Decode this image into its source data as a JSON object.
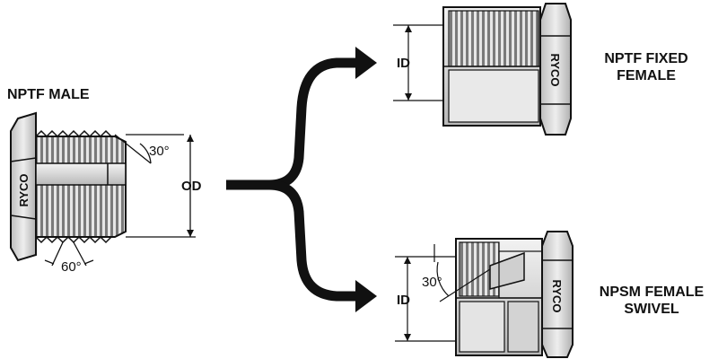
{
  "labels": {
    "nptf_male": "NPTF MALE",
    "nptf_fixed_female_line1": "NPTF FIXED",
    "nptf_fixed_female_line2": "FEMALE",
    "npsm_female_swivel_line1": "NPSM FEMALE",
    "npsm_female_swivel_line2": "SWIVEL"
  },
  "dimensions": {
    "male_angle_30": "30°",
    "male_thread_angle_60": "60°",
    "male_od": "OD",
    "fixed_id": "ID",
    "swivel_angle_30": "30°",
    "swivel_id": "ID"
  },
  "brand": {
    "male_hex": "RYCO",
    "fixed_hex": "RYCO",
    "swivel_hex": "RYCO"
  },
  "colors": {
    "ink": "#111111",
    "metal": "#d9d9d9",
    "metal_dark": "#9a9a9a",
    "thread_dark": "#4a4a4a"
  }
}
